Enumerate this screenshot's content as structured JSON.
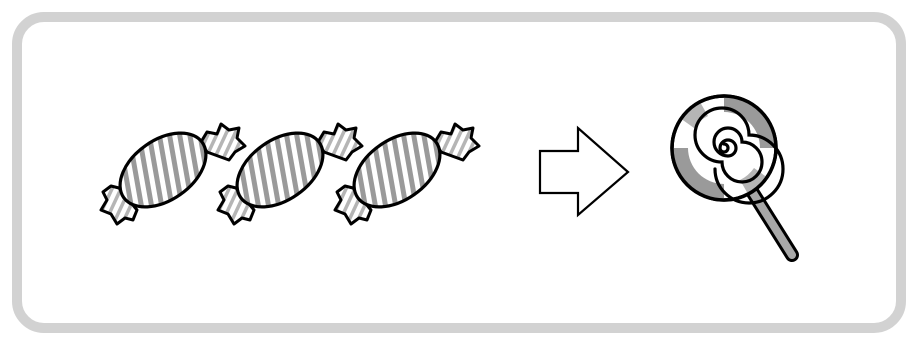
{
  "scene": {
    "items": [
      {
        "icon": "wrapped-candy-icon",
        "count": 3
      },
      {
        "icon": "right-arrow-icon",
        "count": 1
      },
      {
        "icon": "lollipop-icon",
        "count": 1
      }
    ],
    "colors": {
      "frame": "#d2d2d2",
      "outline": "#000000",
      "candy_stripe": "#9a9a9a",
      "fill": "#ffffff"
    }
  }
}
